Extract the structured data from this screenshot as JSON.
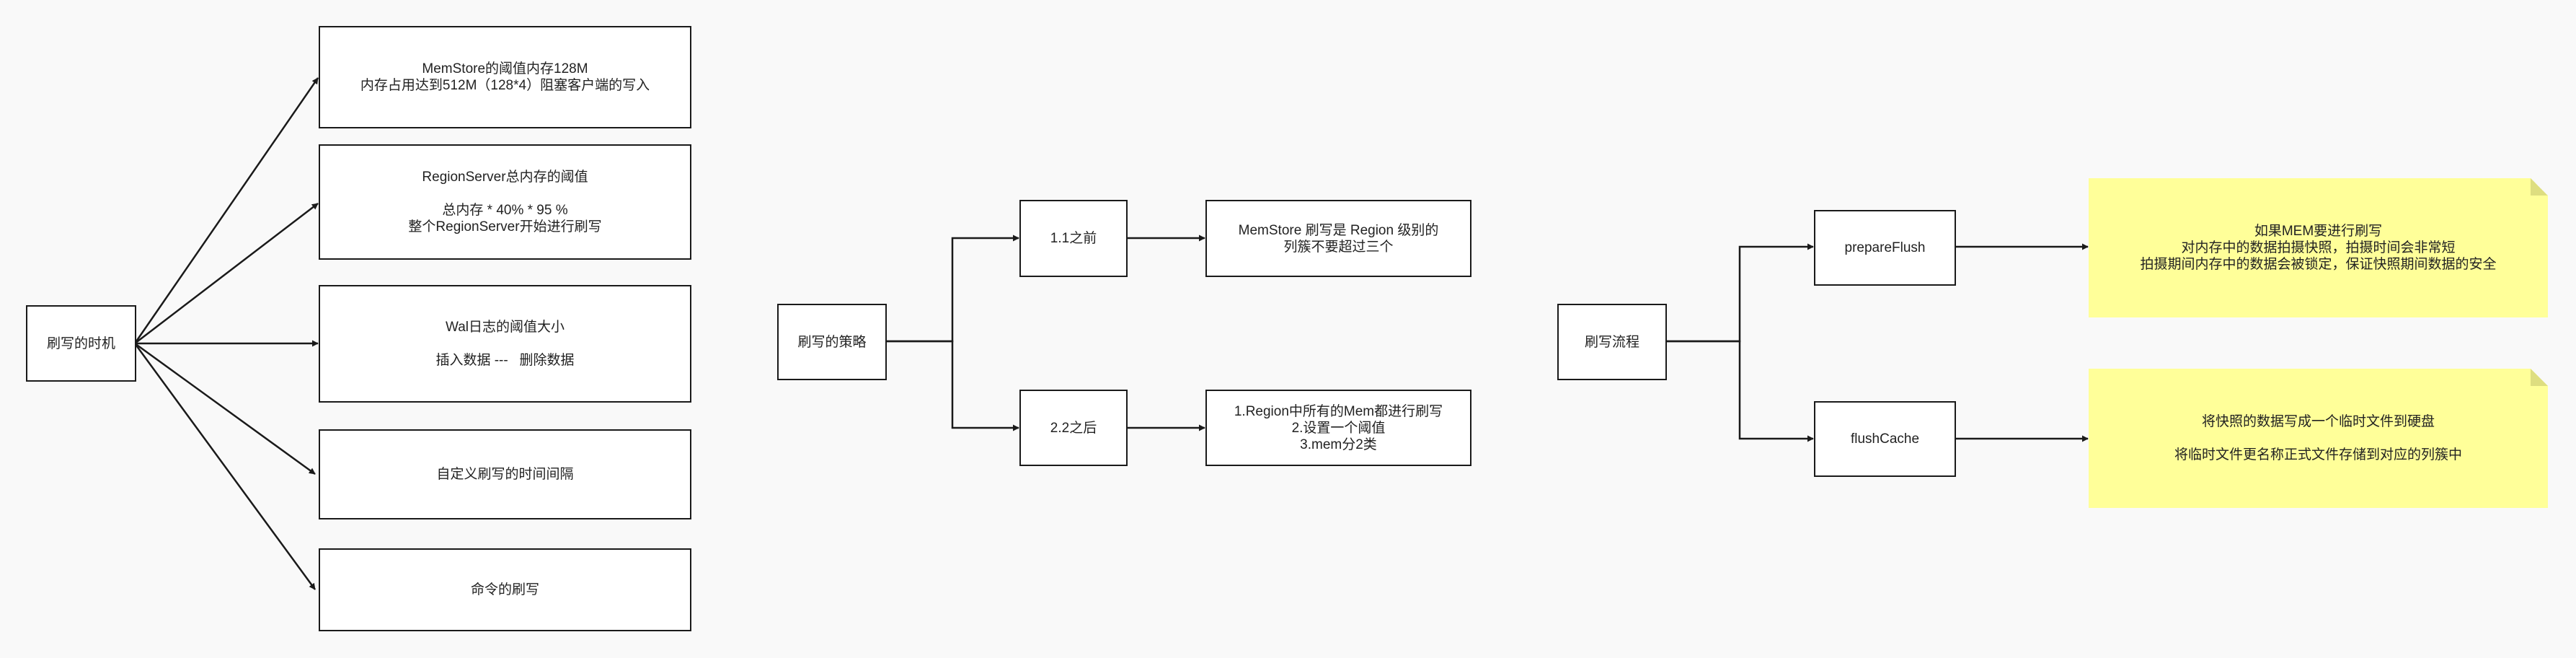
{
  "diagram": {
    "timing": {
      "root": "刷写的时机",
      "items": [
        {
          "lines": [
            "MemStore的阈值内存128M",
            "内存占用达到512M（128*4）阻塞客户端的写入"
          ]
        },
        {
          "lines": [
            "RegionServer总内存的阈值",
            "",
            "总内存 * 40% * 95 %",
            "整个RegionServer开始进行刷写"
          ]
        },
        {
          "lines": [
            "Wal日志的阈值大小",
            "",
            "插入数据 ---   删除数据"
          ]
        },
        {
          "lines": [
            "自定义刷写的时间间隔"
          ]
        },
        {
          "lines": [
            "命令的刷写"
          ]
        }
      ]
    },
    "strategy": {
      "root": "刷写的策略",
      "branches": [
        {
          "version": "1.1之前",
          "detail": [
            "MemStore 刷写是 Region 级别的",
            "列簇不要超过三个"
          ]
        },
        {
          "version": "2.2之后",
          "detail": [
            "1.Region中所有的Mem都进行刷写",
            "2.设置一个阈值",
            "3.mem分2类"
          ]
        }
      ]
    },
    "flow": {
      "root": "刷写流程",
      "steps": [
        {
          "name": "prepareFlush",
          "note": [
            "如果MEM要进行刷写",
            "对内存中的数据拍摄快照，拍摄时间会非常短",
            "拍摄期间内存中的数据会被锁定，保证快照期间数据的安全"
          ]
        },
        {
          "name": "flushCache",
          "note": [
            "将快照的数据写成一个临时文件到硬盘",
            "",
            "将临时文件更名称正式文件存储到对应的列簇中"
          ]
        }
      ]
    }
  }
}
